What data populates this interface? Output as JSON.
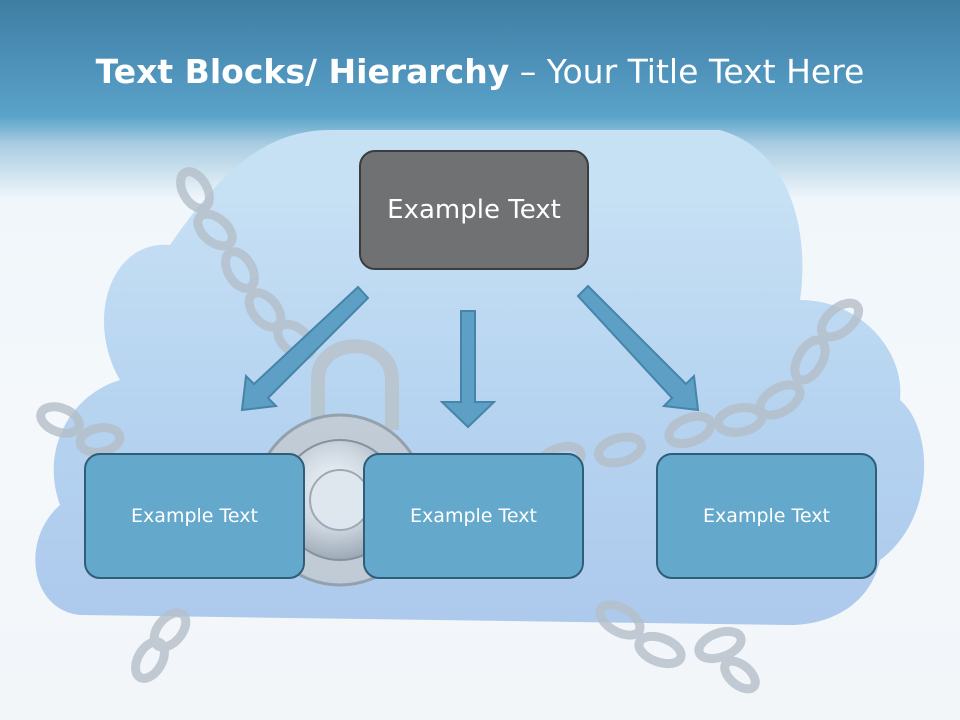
{
  "title": {
    "bold_part": "Text Blocks/ Hierarchy",
    "light_part": "– Your Title Text Here"
  },
  "diagram": {
    "top_box": "Example Text",
    "children": [
      "Example Text",
      "Example Text",
      "Example Text"
    ]
  },
  "colors": {
    "header": "#4f93bb",
    "top_box": "#707173",
    "child_box": "#64a9cc",
    "arrow": "#5d9fc5"
  }
}
